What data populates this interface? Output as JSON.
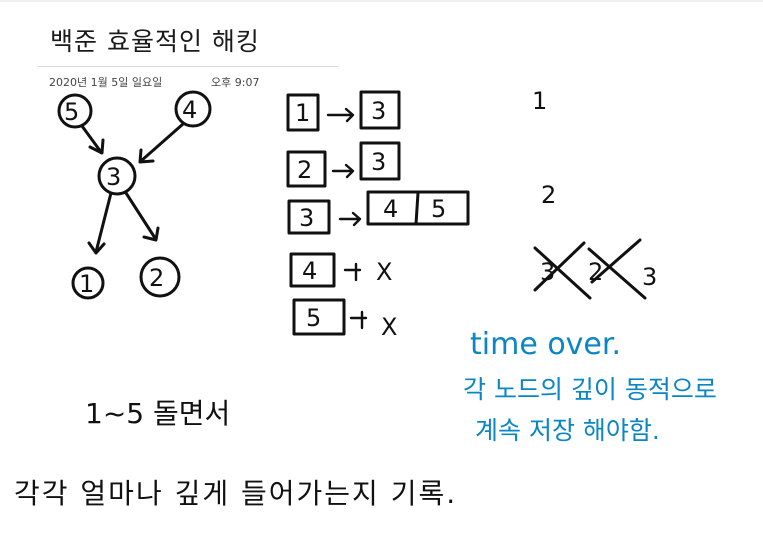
{
  "page": {
    "title": "백준 효율적인 해킹",
    "date": "2020년 1월 5일 일요일",
    "time": "오후 9:07"
  },
  "ink_colors": {
    "black": "#111111",
    "blue": "#0a86c4"
  },
  "graph": {
    "nodes": [
      "5",
      "4",
      "3",
      "1",
      "2"
    ]
  },
  "adjacency_list": [
    {
      "node": "1",
      "targets": [
        "3"
      ]
    },
    {
      "node": "2",
      "targets": [
        "3"
      ]
    },
    {
      "node": "3",
      "targets": [
        "4",
        "5"
      ]
    },
    {
      "node": "4",
      "targets": [
        "X"
      ]
    },
    {
      "node": "5",
      "targets": [
        "X"
      ]
    }
  ],
  "side_numbers": [
    "1",
    "2"
  ],
  "crossed_out": [
    "3",
    "2",
    "3"
  ],
  "notes": {
    "range": "1~5 돌면서",
    "bottom": "각각 얼마나 깊게 들어가는지 기록.",
    "time_over": "time over.",
    "blue_line_2": "각 노드의 깊이 동적으로",
    "blue_line_3": "계속 저장 해야함."
  }
}
